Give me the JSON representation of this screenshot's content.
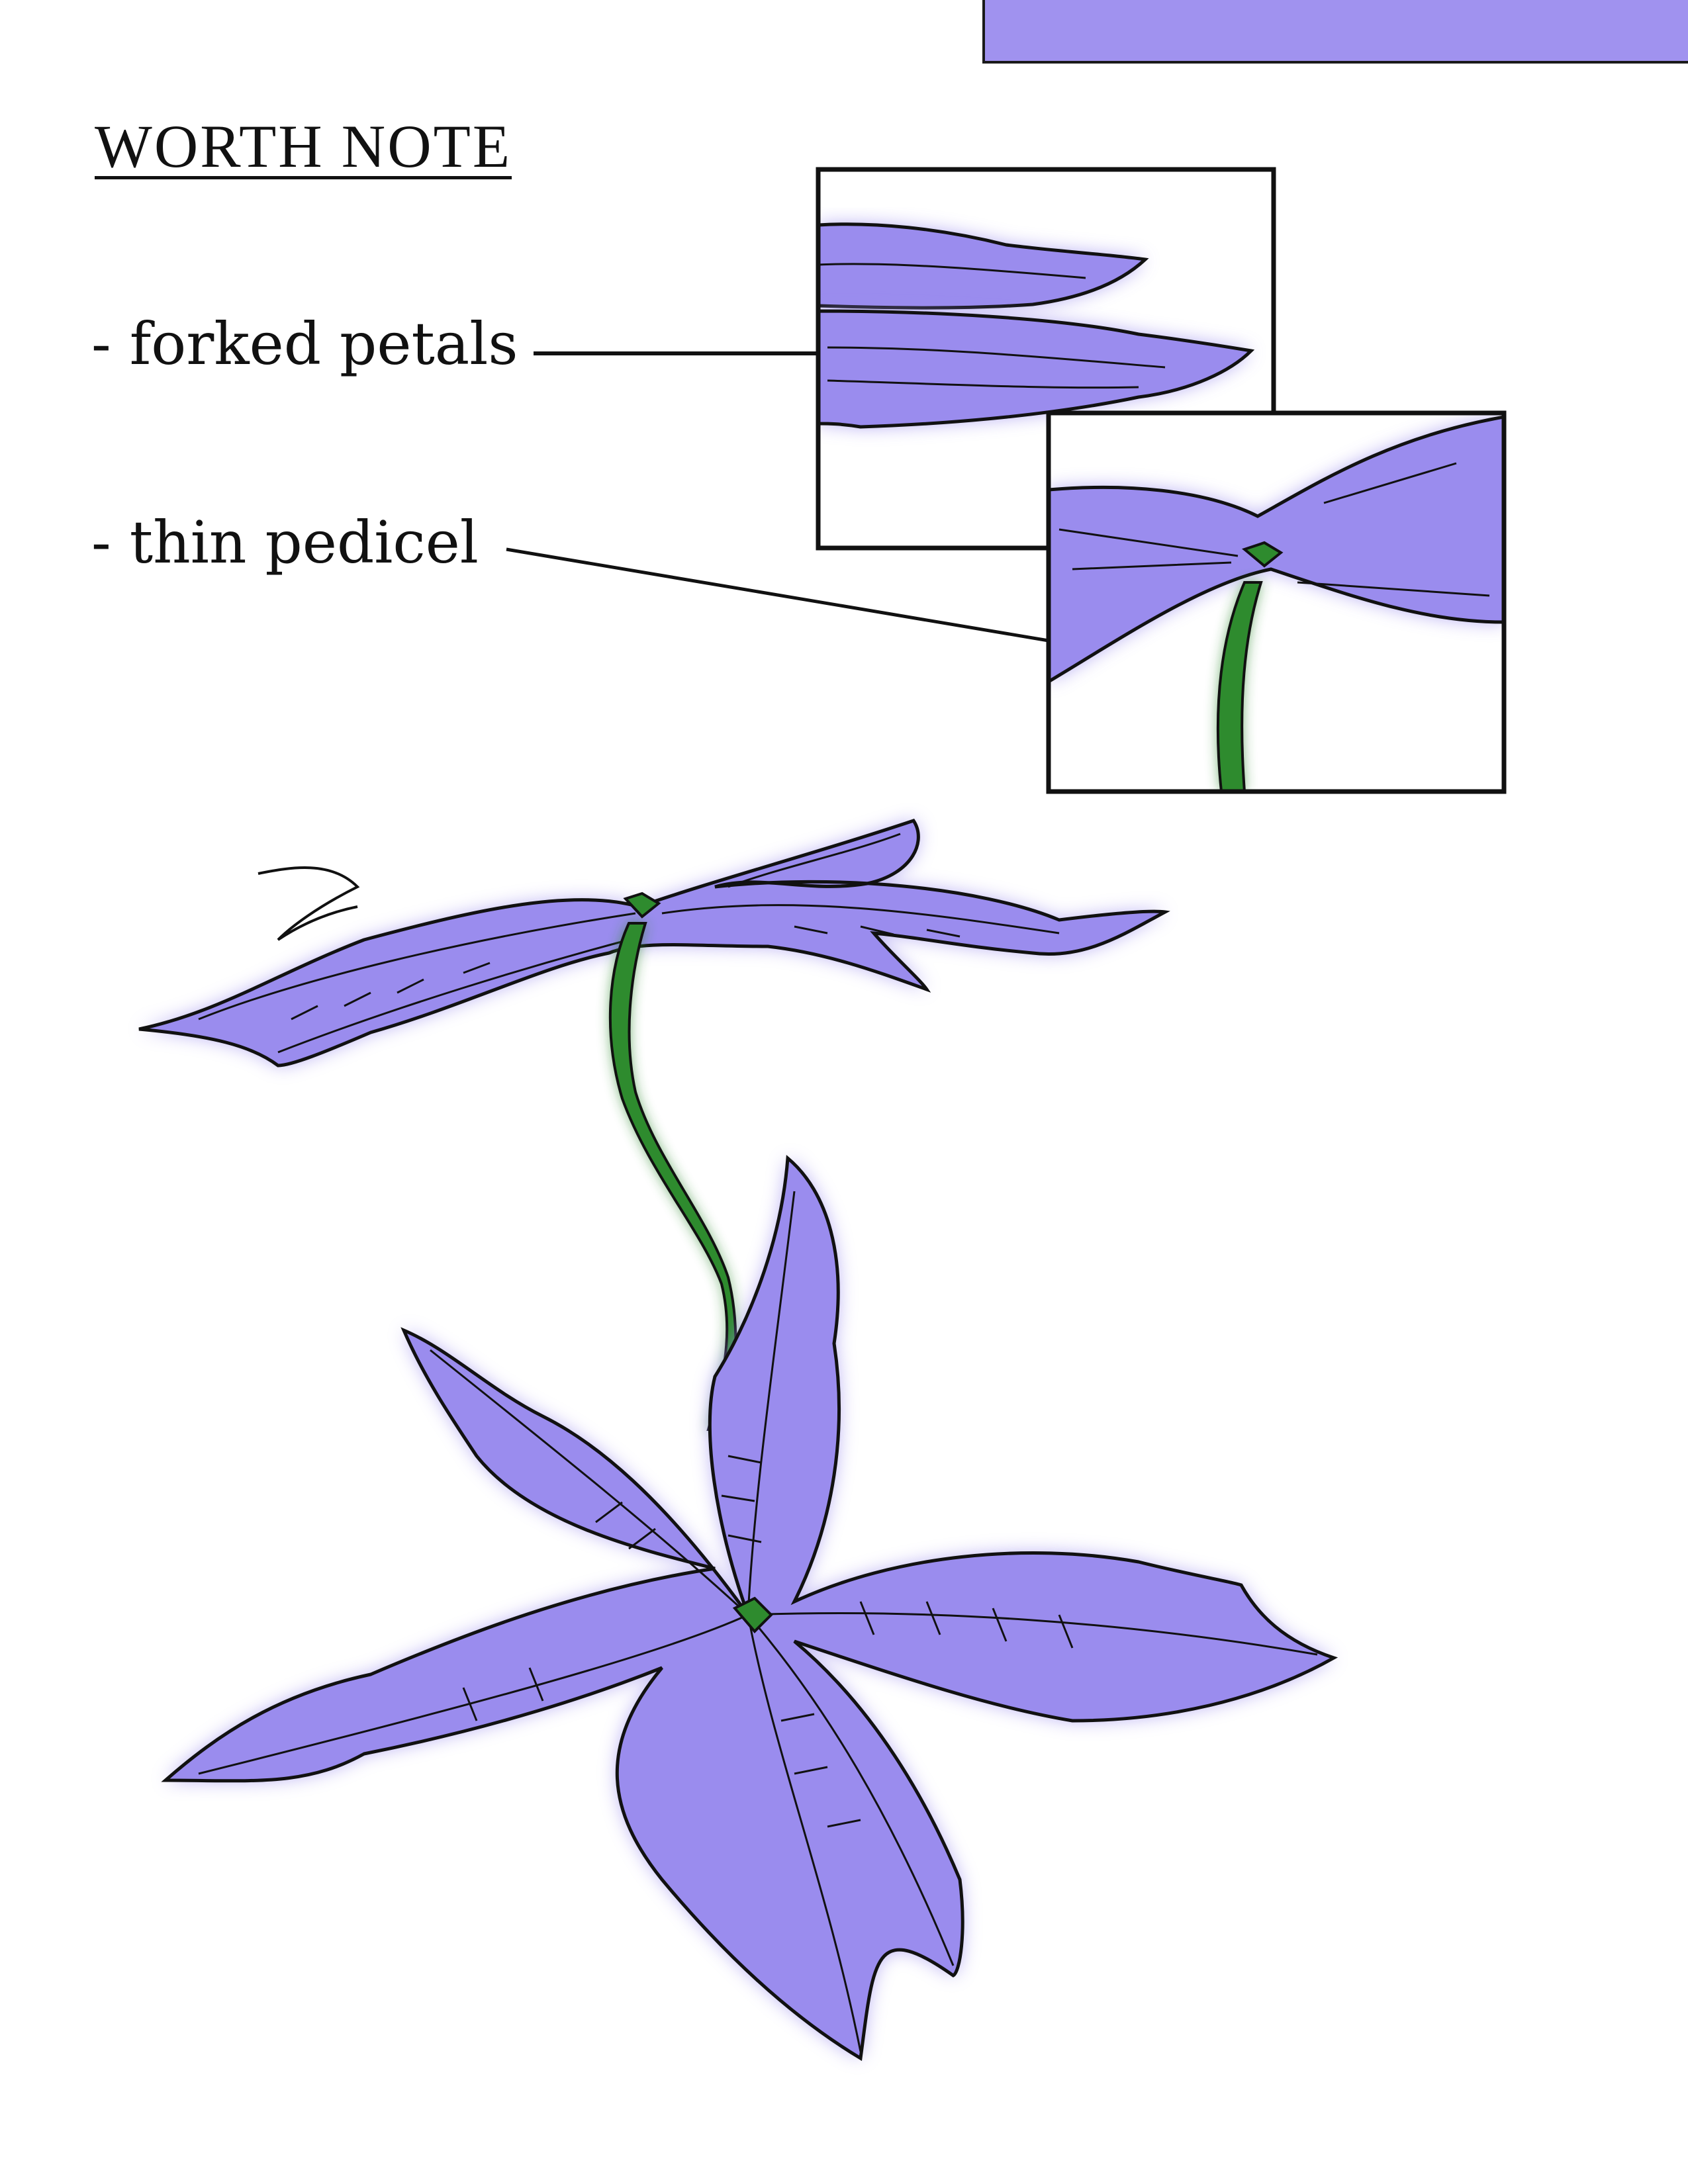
{
  "header": {
    "title": "WORTH NOTE"
  },
  "notes": [
    {
      "label": "- forked petals"
    },
    {
      "label": "- thin pedicel"
    }
  ],
  "colors": {
    "accent_bar": "#a092ef",
    "petal_fill": "#9a8cee",
    "stem_fill": "#2e8b2e",
    "ink": "#111111"
  },
  "illustration": {
    "subject": "purple flower with petals and stem",
    "icons": [
      "forked-petal-detail",
      "pedicel-detail",
      "flower-top",
      "flower-bottom"
    ]
  }
}
